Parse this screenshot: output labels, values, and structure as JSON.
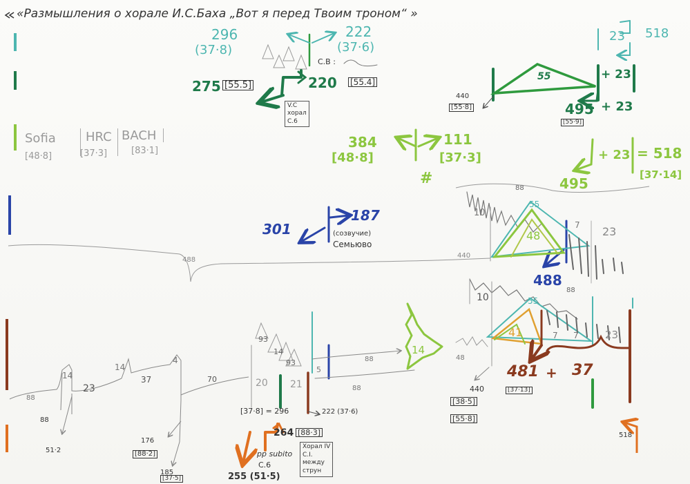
{
  "title": "«Размышления о хорале И.С.Баха „Вот я перед Твоим троном“ »",
  "colors": {
    "teal": "#4db6b0",
    "dark_green": "#1f7a4a",
    "green": "#2f9a3e",
    "light_green": "#8cc63f",
    "blue": "#2a44a8",
    "brown": "#8a3a1f",
    "orange": "#e07020",
    "pencil": "#8a8a8a",
    "ink": "#333333"
  },
  "top": {
    "left_pair": {
      "value": "296",
      "ref": "(37·8)"
    },
    "right_pair": {
      "value": "222",
      "ref": "(37·6)"
    },
    "cb_label": "C.B :",
    "left_num": "275",
    "left_ref": "[55.5]",
    "center_num": "220",
    "center_ref": "[55.4]",
    "vs_note": [
      "V.C",
      "хорал",
      "C.6"
    ]
  },
  "top_right": {
    "num_23": "23",
    "num_518": "518",
    "plus_23_a": "+ 23",
    "triangle_label": "55",
    "n440": "440",
    "n440_ref": "[55·8]",
    "n495": "495",
    "n495_ref": "[55·9]",
    "plus_23_b": "+ 23"
  },
  "left_words": {
    "w1": "Sofia",
    "w1_ref": "[48·8]",
    "w2": "HRC",
    "w2_ref": "[37·3]",
    "w3": "BACH",
    "w3_ref": "[83·1]"
  },
  "middle": {
    "n384": "384",
    "n384_ref": "[48·8]",
    "n111": "111",
    "n111_ref": "[37·3]",
    "hash": "#",
    "n495": "495",
    "plus_23": "+ 23",
    "eq_518": "= 518",
    "ref_37_14": "[37·14]"
  },
  "blue_area": {
    "n301": "301",
    "n187": "187",
    "note1": "(созвучие)",
    "note2": "Семьюво",
    "n488_pencil": "488",
    "n440_pencil": "440",
    "n488_blue": "488"
  },
  "graph_upper": {
    "n88": "88",
    "n10": "10",
    "n55": "55",
    "n48": "48",
    "n7": "7",
    "n23": "23"
  },
  "graph_lower": {
    "n10": "10",
    "n88": "88",
    "n55": "55",
    "n41": "41",
    "n7a": "7",
    "n7b": "7",
    "n23": "23",
    "n14": "14",
    "n48": "48",
    "n440": "440",
    "n440_ref1": "[38·5]",
    "n440_ref2": "[55·8]",
    "n481": "481",
    "plus": "+",
    "n37": "37",
    "n481_ref": "[37·13]"
  },
  "lower_left": {
    "n88a": "88",
    "n14a": "14",
    "n88b": "88",
    "n23": "23",
    "n14b": "14",
    "n37": "37",
    "n4": "4",
    "n70": "70",
    "n51_2": "51·2",
    "n176": "176",
    "n176_ref": "[88·2]",
    "n185": "185",
    "n185_ref": "[37·5]"
  },
  "lower_center": {
    "n93a": "93",
    "n14": "14",
    "n93b": "93",
    "n20": "20",
    "n21": "21",
    "n5": "5",
    "n88a": "88",
    "n88b": "88",
    "eq_line": "[37·8] = 296",
    "n222": "222 (37·6)",
    "n264": "264",
    "n264_ref": "[88·3]",
    "pp": "pp subito",
    "c6": "C.6",
    "n255": "255 (51·5)",
    "chorale_box": [
      "Хорал IV",
      "C.I.",
      "между",
      "струн"
    ]
  },
  "bottom_right": {
    "n518": "518"
  }
}
